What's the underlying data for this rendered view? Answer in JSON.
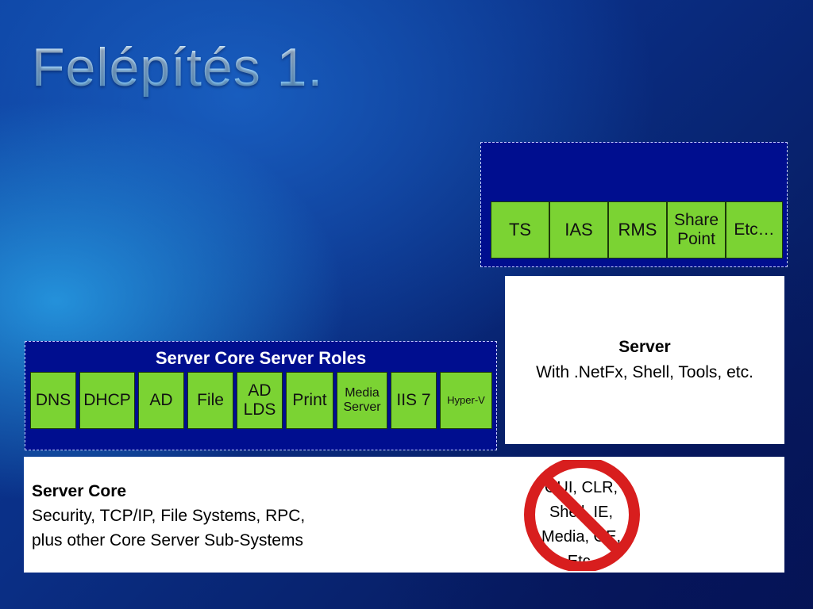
{
  "slide": {
    "title": "Felépítés 1."
  },
  "top_panel": {
    "cells": [
      "TS",
      "IAS",
      "RMS",
      "Share Point",
      "Etc…"
    ]
  },
  "server": {
    "title": "Server",
    "subtitle": "With .NetFx, Shell, Tools, etc."
  },
  "roles_panel": {
    "title": "Server Core Server Roles",
    "cells": [
      "DNS",
      "DHCP",
      "AD",
      "File",
      "AD LDS",
      "Print",
      "Media Server",
      "IIS 7",
      "Hyper-V"
    ]
  },
  "server_core": {
    "title": "Server Core",
    "line1": "Security, TCP/IP, File Systems, RPC,",
    "line2": "plus other Core Server Sub-Systems"
  },
  "excluded": {
    "line1": "GUI, CLR,",
    "line2": "Shell, IE,",
    "line3": "Media, OE,",
    "line4": "Etc.",
    "sign_color": "#d81e1e"
  }
}
